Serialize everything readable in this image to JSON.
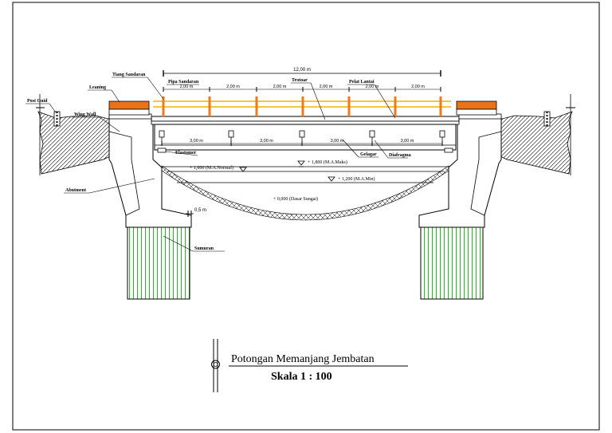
{
  "labels": {
    "tiang_sandaran": "Tiang Sandaran",
    "pipa_sandaran": "Pipa Sandaran",
    "trotoar": "Trotoar",
    "pelat_lantai": "Pelat Lantai",
    "leaning": "Leaning",
    "post_guid": "Post Guid",
    "wing_wall": "Wing Wall",
    "elastomer": "Elastomer",
    "gelagar": "Gelagar",
    "diafragma": "Diafragma",
    "abutment": "Abutment",
    "sumuran": "Sumuran"
  },
  "dimensions": {
    "total": "12,00 m",
    "post_spacing": "2,00 m",
    "diaphragm_spacing": "3,00 m",
    "offset": "0,5 m"
  },
  "water_levels": {
    "max": "+ 1,800 (M.A.Maks)",
    "normal": "+ 1,600 (M.A.Normal)",
    "min": "+ 1,200 (M.A.Min)",
    "river_bed": "+ 0,000 (Dasar Sungai)"
  },
  "title_block": {
    "title": "Potongan Memanjang Jembatan",
    "scale": "Skala 1 : 100"
  },
  "colors": {
    "railing_orange": "#f07a1a",
    "rail_yellow": "#f7c640",
    "leaning_orange": "#e8731a",
    "pile_green": "#22bb22",
    "line": "#000000"
  }
}
